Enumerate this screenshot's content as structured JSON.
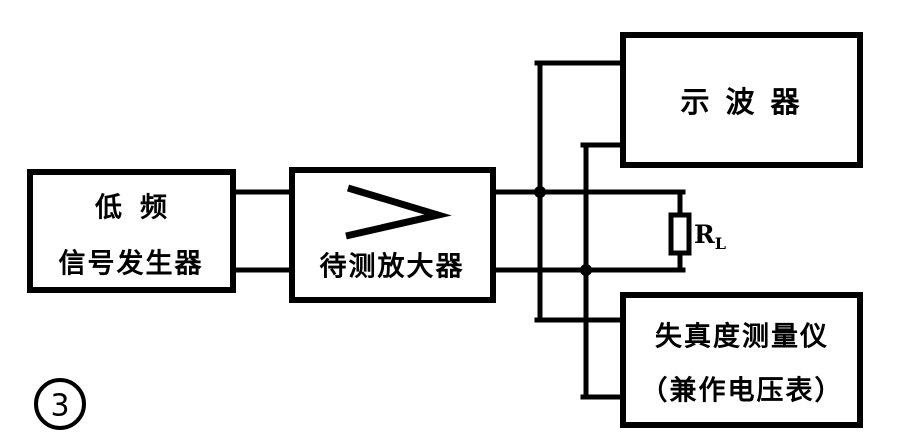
{
  "figure": {
    "number_label": "3",
    "caption_marker": "③"
  },
  "blocks": {
    "signal_generator": {
      "line1": "低频",
      "line2": "信号发生器",
      "role": "low-frequency signal generator"
    },
    "amplifier": {
      "symbol": "≫",
      "label": "待测放大器",
      "role": "amplifier under test"
    },
    "oscilloscope": {
      "label": "示波器",
      "role": "oscilloscope"
    },
    "distortion_meter": {
      "line1": "失真度测量仪",
      "line2": "（兼作电压表）",
      "role": "distortion measuring instrument, also used as voltmeter"
    }
  },
  "components": {
    "load_resistor": {
      "symbol": "R",
      "subscript": "L",
      "role": "load resistance"
    }
  },
  "colors": {
    "line": "#000000",
    "background": "#ffffff",
    "fill": "#ffffff"
  }
}
